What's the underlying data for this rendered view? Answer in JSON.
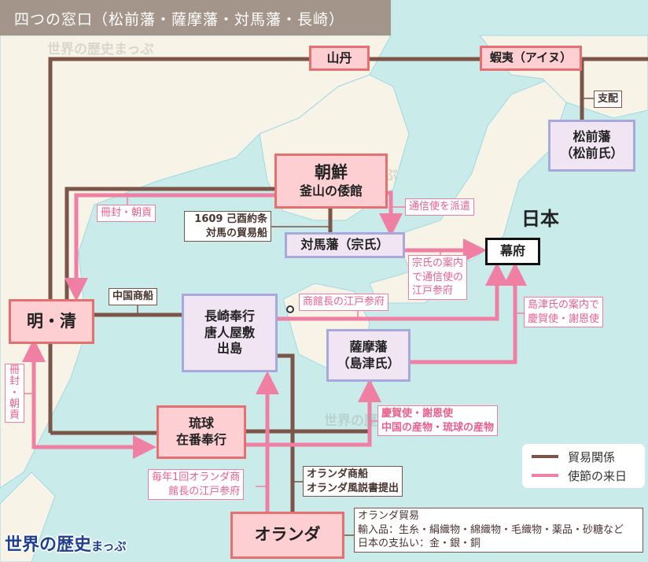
{
  "title": "四つの窓口（松前藩・薩摩藩・対馬藩・長崎）",
  "watermark": "世界の歴史まっぷ",
  "logo": {
    "main": "世界の歴史",
    "sub": "まっぷ"
  },
  "nodes": {
    "santan": "山丹",
    "ezo": "蝦夷（アイヌ）",
    "matsumae": [
      "松前藩",
      "（松前氏）"
    ],
    "chosen": [
      "朝鮮",
      "釜山の倭館"
    ],
    "tsushima": "対馬藩（宗氏）",
    "bakufu": "幕府",
    "nihon": "日本",
    "minshin": "明・清",
    "nagasaki": [
      "長崎奉行",
      "唐人屋敷",
      "出島"
    ],
    "satsuma": [
      "薩摩藩",
      "（島津氏）"
    ],
    "ryukyu": [
      "琉球",
      "在番奉行"
    ],
    "oranda": "オランダ"
  },
  "labels": {
    "shihai": "支配",
    "kiyu": [
      "1609 己酉約条",
      "対馬の貿易船"
    ],
    "chugoku_shosen": "中国商船",
    "oranda_shosen": [
      "オランダ商船",
      "オランダ風説書提出"
    ],
    "oranda_boeki": [
      "オランダ貿易",
      "輸入品：生糸・絹織物・綿織物・毛織物・薬品・砂糖など",
      "日本の支払い：金・銀・銅"
    ]
  },
  "envoy_labels": {
    "sakuho_top": "冊封・朝貢",
    "sakuho_left": [
      "冊",
      "封",
      "・",
      "朝",
      "貢"
    ],
    "tsushinshi": "通信使を派遣",
    "soshi": [
      "宗氏の案内",
      "で通信使の",
      "江戸参府"
    ],
    "shokancho": "商館長の江戸参府",
    "shimazu": [
      "島津氏の案内で",
      "慶賀使・謝恩使"
    ],
    "keigashi": [
      "慶賀使・謝恩使",
      "中国の産物・琉球の産物"
    ],
    "maitoshi": [
      "毎年1回オランダ商",
      "館長の江戸参府"
    ]
  },
  "legend": [
    {
      "label": "貿易関係",
      "color": "#7a5548"
    },
    {
      "label": "使節の来日",
      "color": "#f07fa4"
    }
  ],
  "colors": {
    "trade": "#7a5548",
    "envoy": "#f07fa4",
    "sea": "#c9ecea",
    "land": "#f7f3e6"
  }
}
